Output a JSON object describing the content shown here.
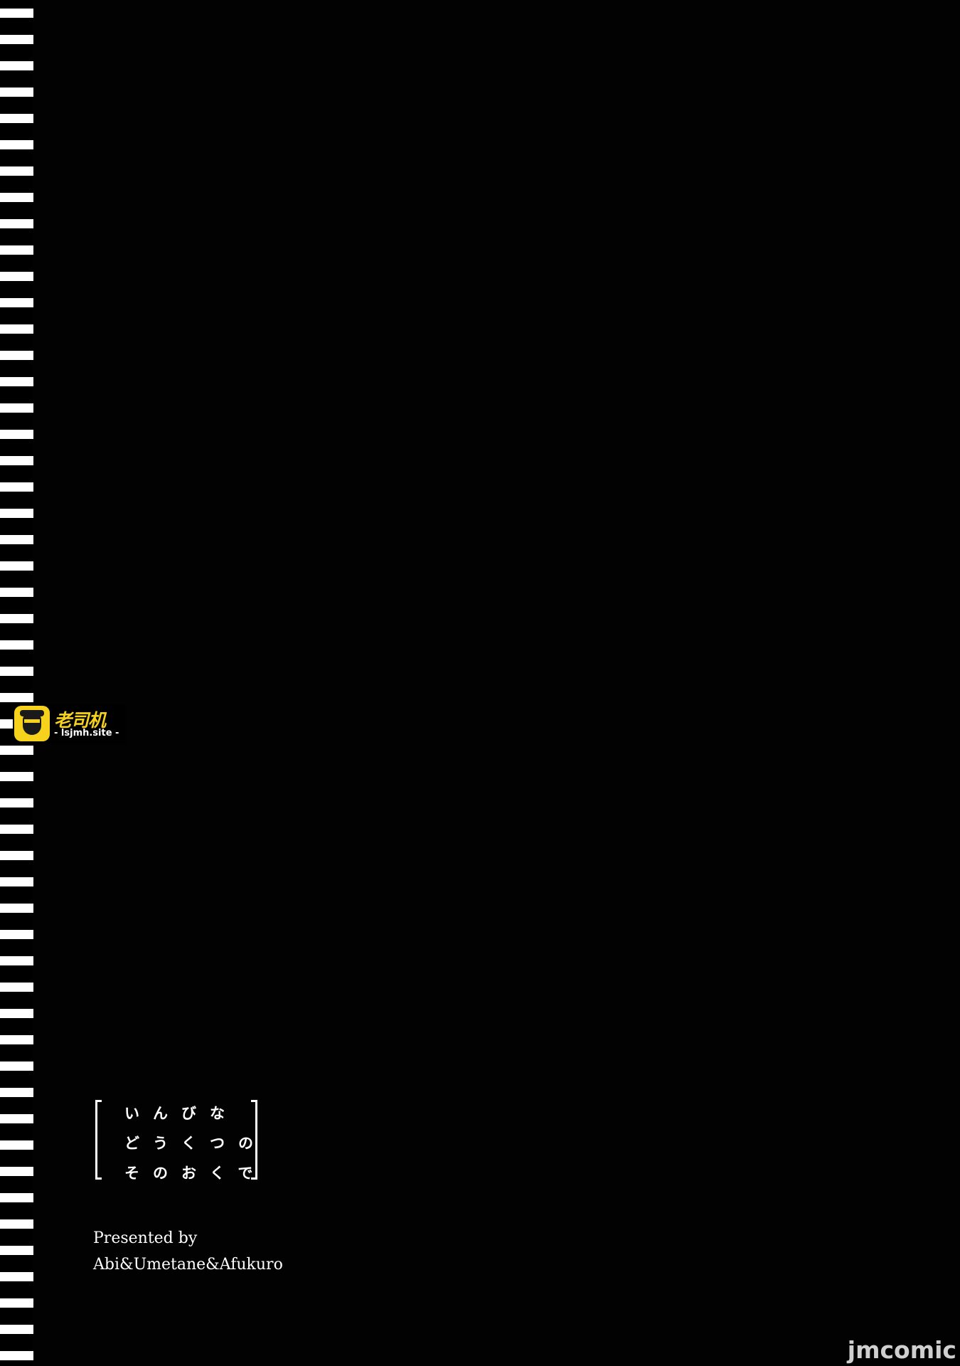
{
  "watermark": {
    "title": "老司机",
    "site": "- lsjmh.site -",
    "icon": "driver-face-icon",
    "accent_color": "#f7d21c"
  },
  "book_title": {
    "lines": [
      "いんびな",
      "どうくつの",
      "そのおくで"
    ]
  },
  "credits": {
    "line1": "Presented by",
    "line2": "Abi&Umetane&Afukuro"
  },
  "publisher_logo": {
    "text": "jmcomic"
  },
  "colors": {
    "background": "#020202",
    "stripe": "#ffffff",
    "text": "#ffffff"
  }
}
